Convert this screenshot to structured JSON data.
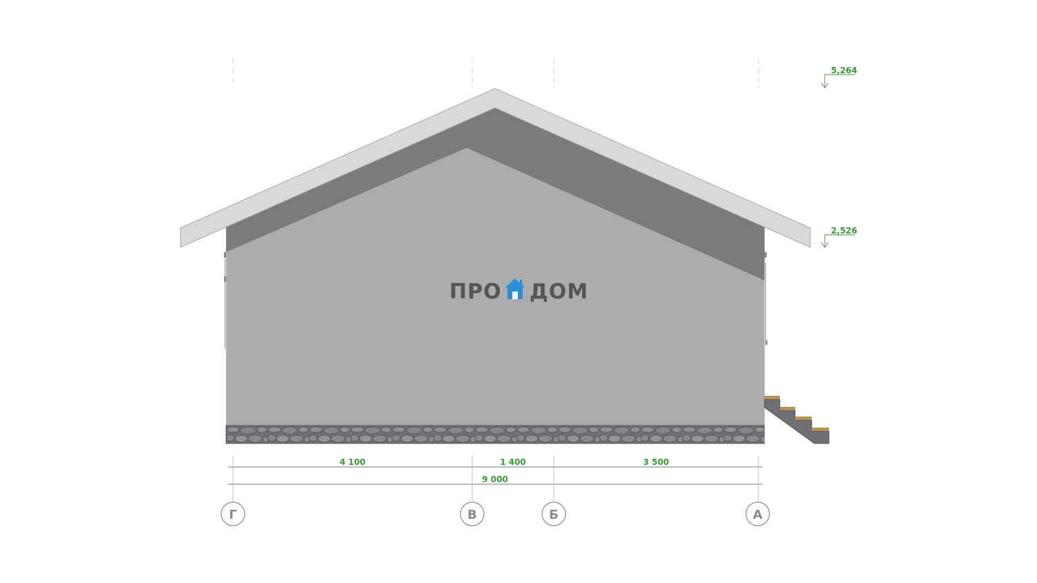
{
  "logo": {
    "part1": "ПРО",
    "part2": "ДОМ",
    "text_color": "#555555",
    "icon_color": "#2b8fd6"
  },
  "elevations": [
    {
      "value": "5,264"
    },
    {
      "value": "2,526"
    }
  ],
  "dimensions": {
    "segments": [
      "4 100",
      "1 400",
      "3 500"
    ],
    "total": "9 000"
  },
  "axes": [
    "Г",
    "В",
    "Б",
    "А"
  ],
  "colors": {
    "dimension_green": "#3a9a3a",
    "roof_edge": "#d6d6d6",
    "roof_shadow": "#7a7b7d",
    "wall": "#abacae",
    "plinth": "#6f7073",
    "axis_line": "#bdbdbd",
    "axis_circle": "#8a8a8a"
  }
}
